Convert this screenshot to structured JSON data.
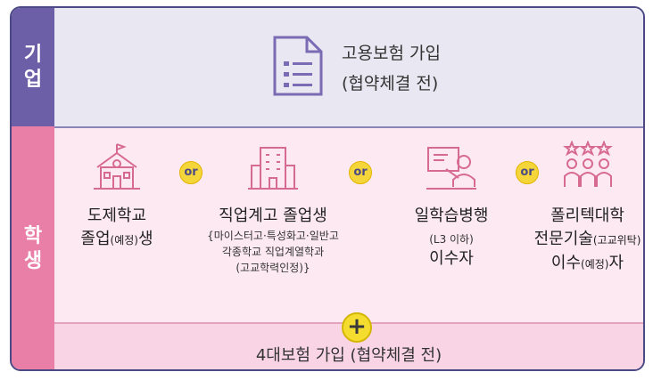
{
  "side": {
    "top_chars": [
      "기",
      "업"
    ],
    "bottom_chars": [
      "학",
      "생"
    ]
  },
  "company": {
    "line1": "고용보험 가입",
    "line2": "(협약체결 전)"
  },
  "or_label": "or",
  "columns": [
    {
      "line1": "도제학교",
      "line2_main": "졸업",
      "line2_small": "(예정)",
      "line2_end": "생"
    },
    {
      "line1": "직업계고 졸업생",
      "notes": [
        "{마이스터고·특성화고·일반고",
        "각종학교 직업계열학과",
        "(고교학력인정)}"
      ]
    },
    {
      "line1": "일학습병행",
      "small": "(L3 이하)",
      "line3": "이수자"
    },
    {
      "line1": "폴리텍대학",
      "line2_main": "전문기술",
      "line2_small": "(고교위탁)",
      "line3_main": "이수",
      "line3_small": "(예정)",
      "line3_end": "자"
    }
  ],
  "plus": "+",
  "insurance": {
    "text": "4대보험 가입 (협약체결 전)"
  },
  "colors": {
    "purple": "#6c5ea7",
    "pink": "#e97fa7",
    "icon": "#d76a8f",
    "doc": "#7a6bb4"
  }
}
